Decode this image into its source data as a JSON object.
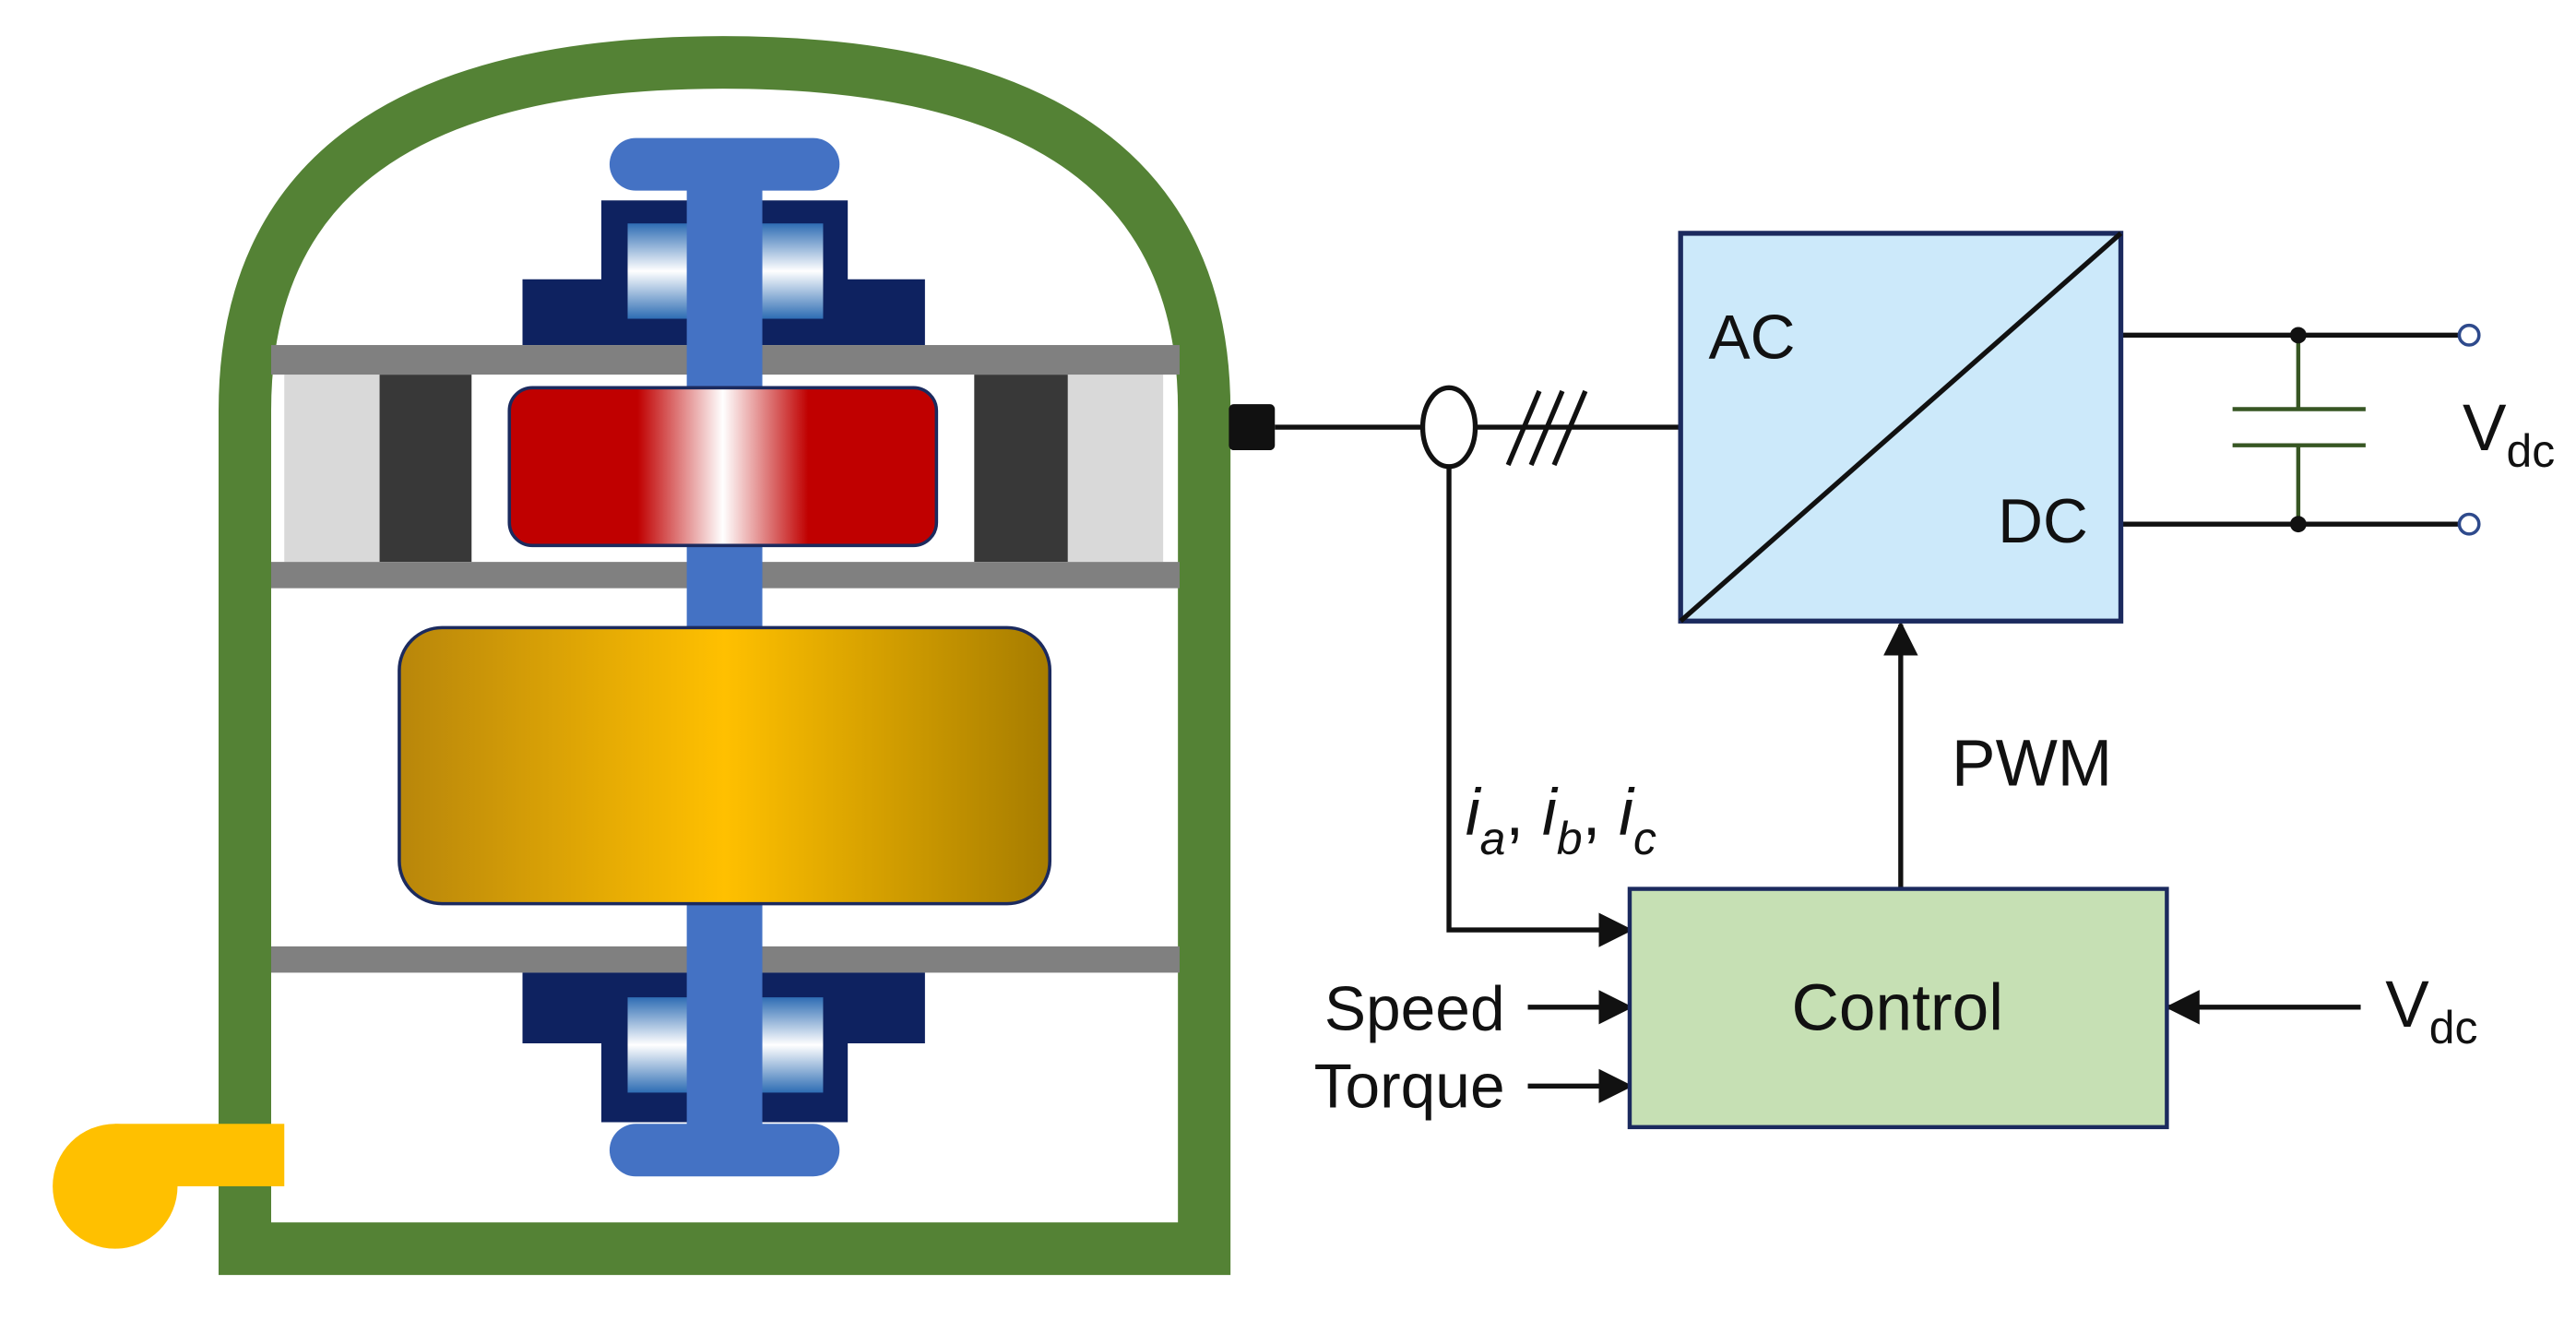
{
  "converter": {
    "ac_label": "AC",
    "dc_label": "DC",
    "fill": "#CCE9FA",
    "border": "#1B2A5E"
  },
  "control": {
    "label": "Control",
    "fill": "#C6E0B4",
    "border": "#1B2A5E"
  },
  "signals": {
    "pwm": "PWM",
    "speed": "Speed",
    "torque": "Torque",
    "currents": {
      "i_a": {
        "base": "i",
        "sub": "a"
      },
      "i_b": {
        "base": "i",
        "sub": "b"
      },
      "i_c": {
        "base": "i",
        "sub": "c"
      },
      "separator": ", "
    }
  },
  "dc_voltage": {
    "base": "V",
    "sub": "dc"
  },
  "colors": {
    "housing": "#548235",
    "shaft": "#4472C4",
    "bearing_housing": "#0E2260",
    "plate": "#808080",
    "magnet_red": "#C00000",
    "winding_gold": "#FFC000",
    "fan": "#FFC000",
    "capacitor": "#375623",
    "wire": "#111111"
  }
}
